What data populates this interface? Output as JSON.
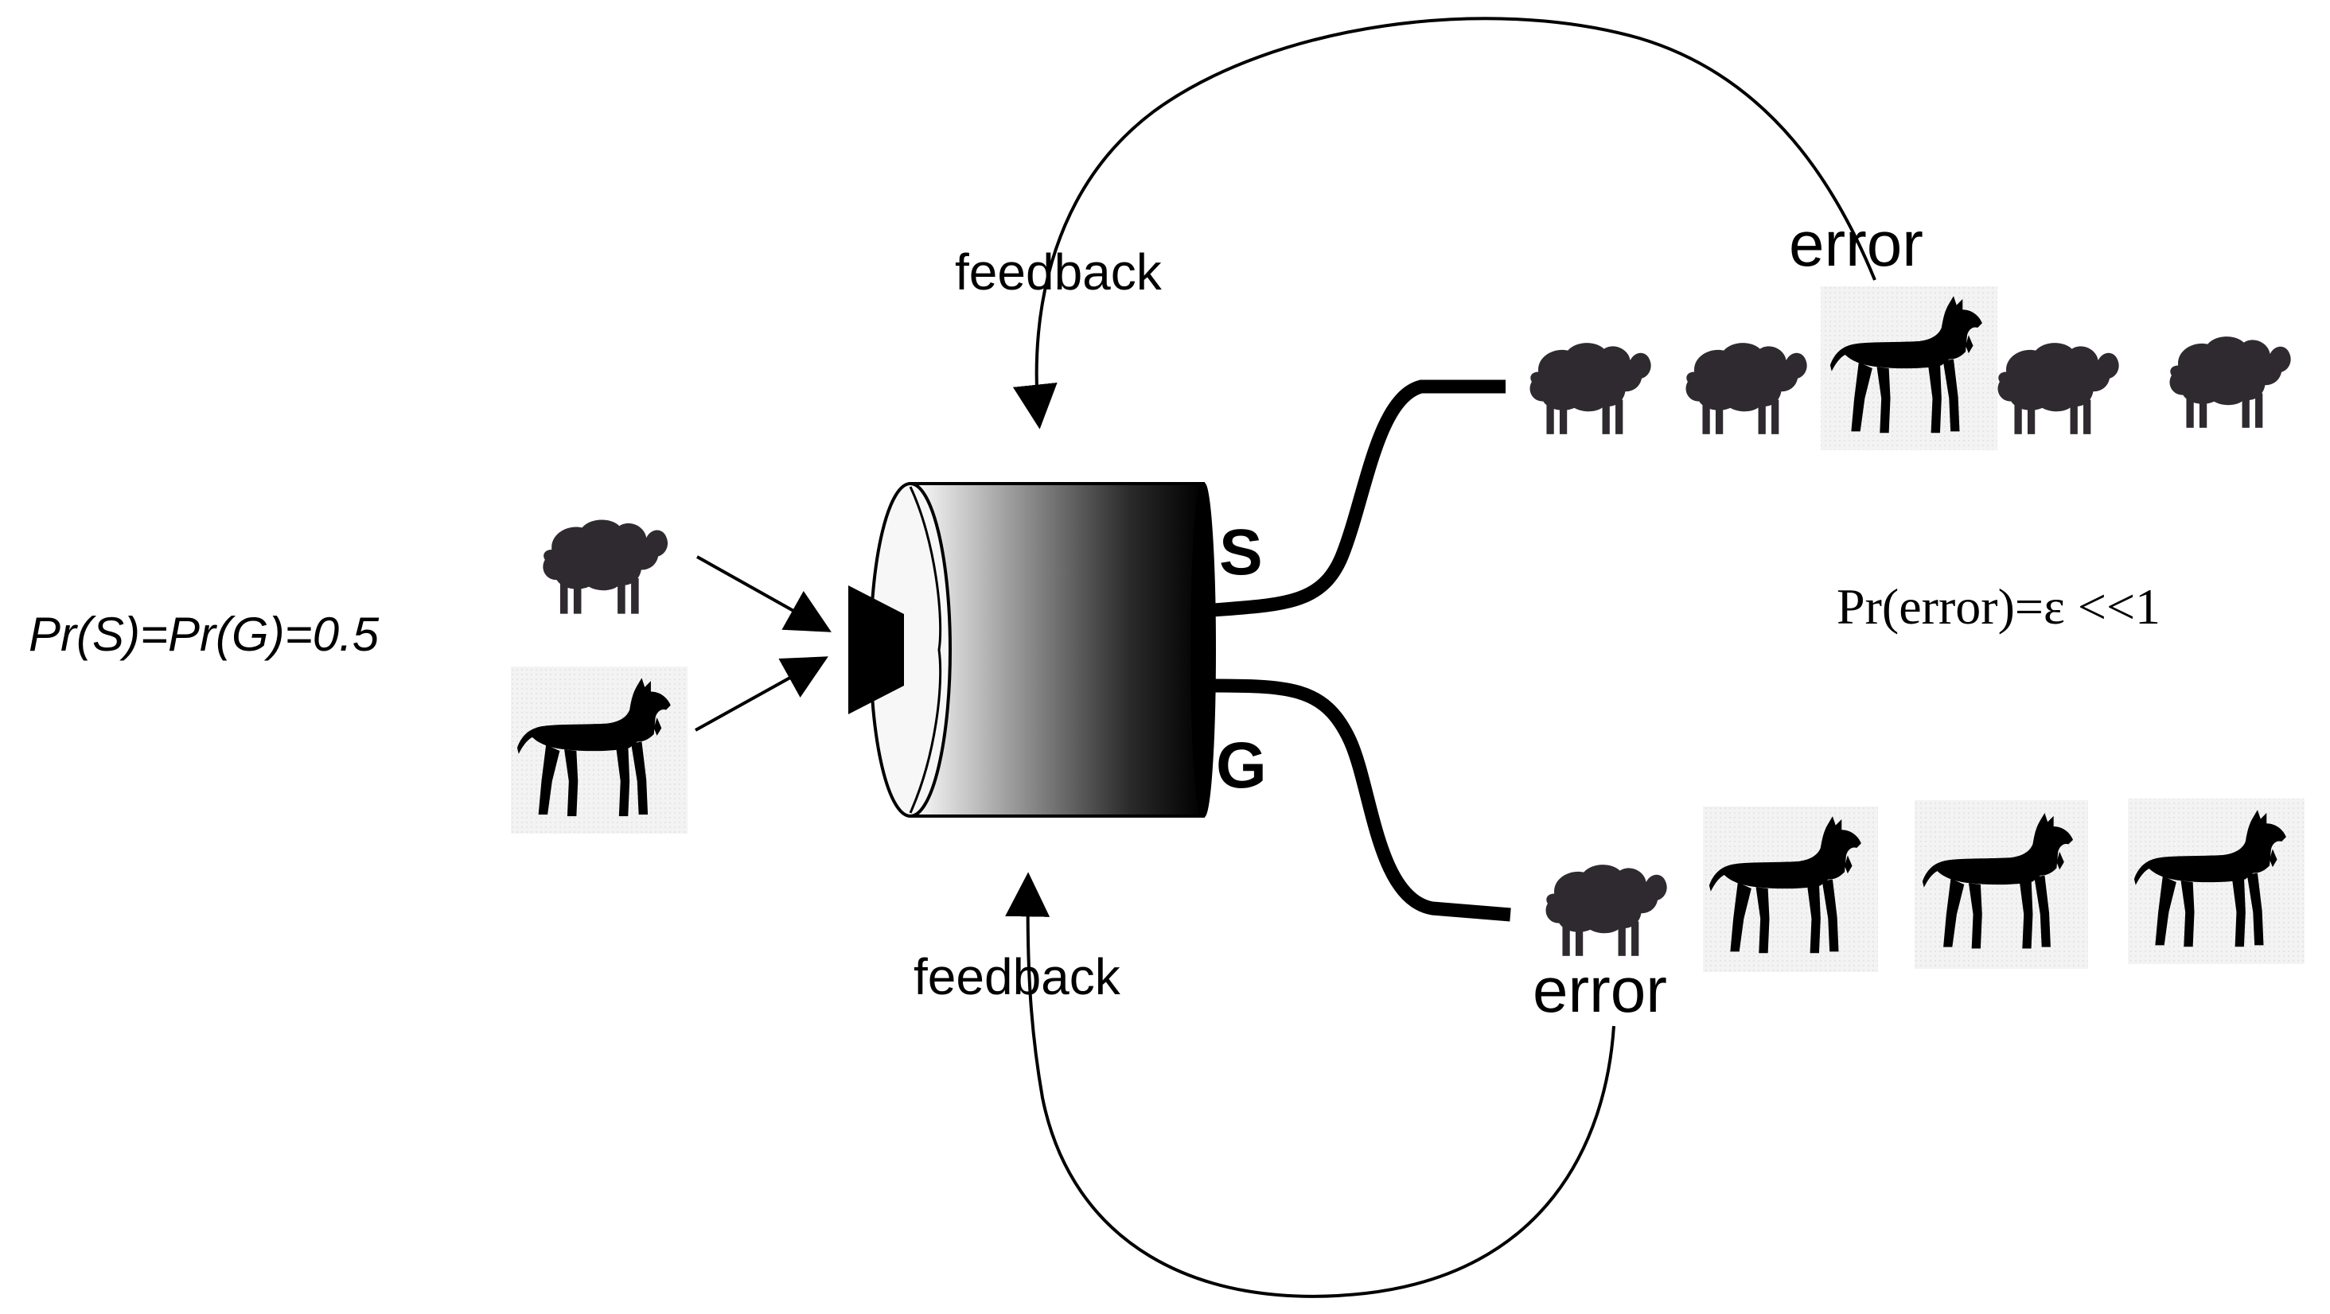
{
  "labels": {
    "prior": "Pr(S)=Pr(G)=0.5",
    "output_s": "S",
    "output_g": "G",
    "feedback_top": "feedback",
    "feedback_bottom": "feedback",
    "error_top": "error",
    "error_bottom": "error",
    "error_rate": "Pr(error)=ε <<1"
  },
  "inputs": [
    "sheep",
    "goat"
  ],
  "streams": {
    "s_channel": [
      "sheep",
      "sheep",
      "goat",
      "sheep",
      "sheep"
    ],
    "g_channel": [
      "sheep",
      "goat",
      "goat",
      "goat"
    ]
  },
  "icons": [
    "sheep-icon",
    "goat-icon",
    "sorter-machine-icon",
    "arrow-icon"
  ],
  "colors": {
    "ink": "#000000",
    "sheep": "#2f2a2f",
    "goat": "#000000",
    "goat_backdrop": "#f1f1f1",
    "machine_dark": "#000000",
    "machine_light": "#ffffff"
  }
}
